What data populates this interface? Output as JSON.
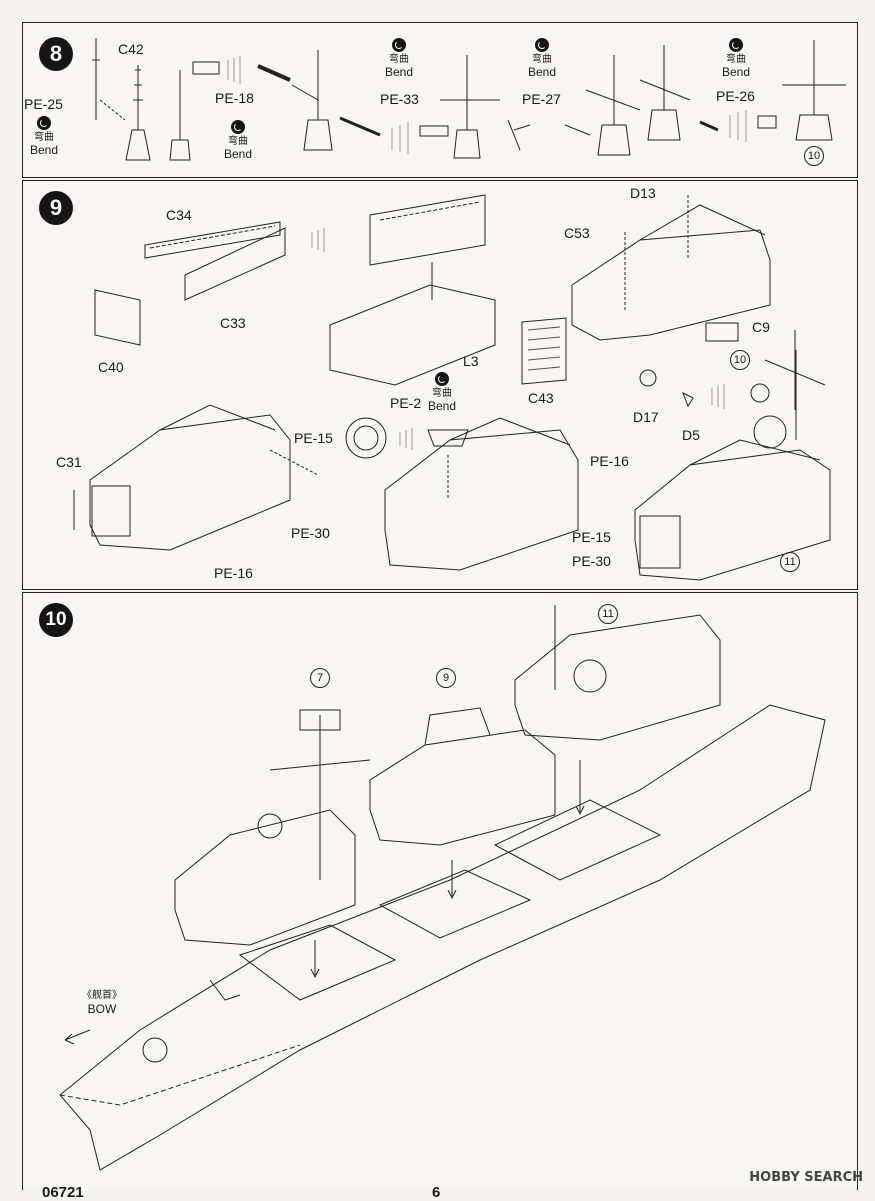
{
  "page": {
    "product_code": "06721",
    "page_number": "6",
    "watermark": "HOBBY SEARCH"
  },
  "step8": {
    "number": "8",
    "parts": {
      "c42": "C42",
      "pe25": "PE-25",
      "pe18": "PE-18",
      "pe33": "PE-33",
      "pe27": "PE-27",
      "pe26": "PE-26"
    },
    "bend_zh": "弯曲",
    "bend_en": "Bend",
    "ref": "10"
  },
  "step9": {
    "number": "9",
    "parts": {
      "c34": "C34",
      "c33": "C33",
      "c40": "C40",
      "l3": "L3",
      "pe2": "PE-2",
      "d13": "D13",
      "c53": "C53",
      "c9": "C9",
      "c43": "C43",
      "d17": "D17",
      "d5": "D5",
      "c31": "C31",
      "pe15a": "PE-15",
      "pe30a": "PE-30",
      "pe16a": "PE-16",
      "pe16b": "PE-16",
      "pe15b": "PE-15",
      "pe30b": "PE-30"
    },
    "bend_zh": "弯曲",
    "bend_en": "Bend",
    "ref_10": "10",
    "ref_11": "11"
  },
  "step10": {
    "number": "10",
    "ref_7": "7",
    "ref_9": "9",
    "ref_11": "11",
    "bow_zh": "《舰首》",
    "bow_en": "BOW"
  }
}
